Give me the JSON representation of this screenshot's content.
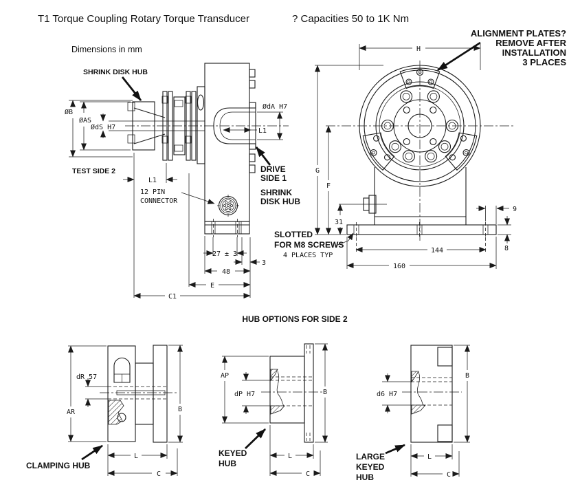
{
  "title": {
    "main": "T1 Torque Coupling Rotary Torque Transducer",
    "capacity": "? Capacities 50 to 1K Nm",
    "units": "Dimensions in mm"
  },
  "side_view": {
    "shrink_disk_hub_callout": "SHRINK DISK HUB",
    "dim_dia_b": "ØB",
    "dim_dia_as": "ØAS",
    "dim_dia_ds": "ØdS H7",
    "test_side_label": "TEST SIDE 2",
    "dim_l1_hub": "L1",
    "connector_callout": [
      "12 PIN",
      "CONNECTOR"
    ],
    "dim_dia_da": "ØdA H7",
    "dim_l1_shaft": "L1",
    "drive_side_label": [
      "DRIVE",
      "SIDE 1"
    ],
    "shrink_hub_drive_callout": [
      "SHRINK",
      "DISK HUB"
    ],
    "dim_slot_spacing": "27 ± 3",
    "dim_foot_offset": "3",
    "dim_foot_width": "48",
    "dim_e": "E",
    "dim_c1": "C1"
  },
  "front_view": {
    "alignment_callout": [
      "ALIGNMENT PLATES?",
      "REMOVE AFTER",
      "INSTALLATION",
      "3 PLACES"
    ],
    "dim_h": "H",
    "dim_g": "G",
    "dim_f": "F",
    "dim_31": "31",
    "dim_9": "9",
    "dim_8": "8",
    "dim_144": "144",
    "dim_160": "160",
    "slotted_callout": [
      "SLOTTED",
      "FOR M8 SCREWS",
      "4 PLACES TYP"
    ]
  },
  "hub_options": {
    "heading": "HUB OPTIONS FOR SIDE 2",
    "clamping_hub": {
      "name": "CLAMPING HUB",
      "dim_dr": "dR 57",
      "dim_ar": "AR",
      "dim_b": "B",
      "dim_l": "L",
      "dim_c": "C"
    },
    "keyed_hub": {
      "name": [
        "KEYED",
        "HUB"
      ],
      "dim_ap": "AP",
      "dim_dp": "dP H7",
      "dim_b": "B",
      "dim_l": "L",
      "dim_c": "C"
    },
    "large_keyed_hub": {
      "name": [
        "LARGE",
        "KEYED",
        "HUB"
      ],
      "dim_d6": "d6 H7",
      "dim_b": "B",
      "dim_l": "L",
      "dim_c": "C"
    }
  },
  "colors": {
    "ink": "#1a1a1a",
    "background": "#ffffff"
  }
}
